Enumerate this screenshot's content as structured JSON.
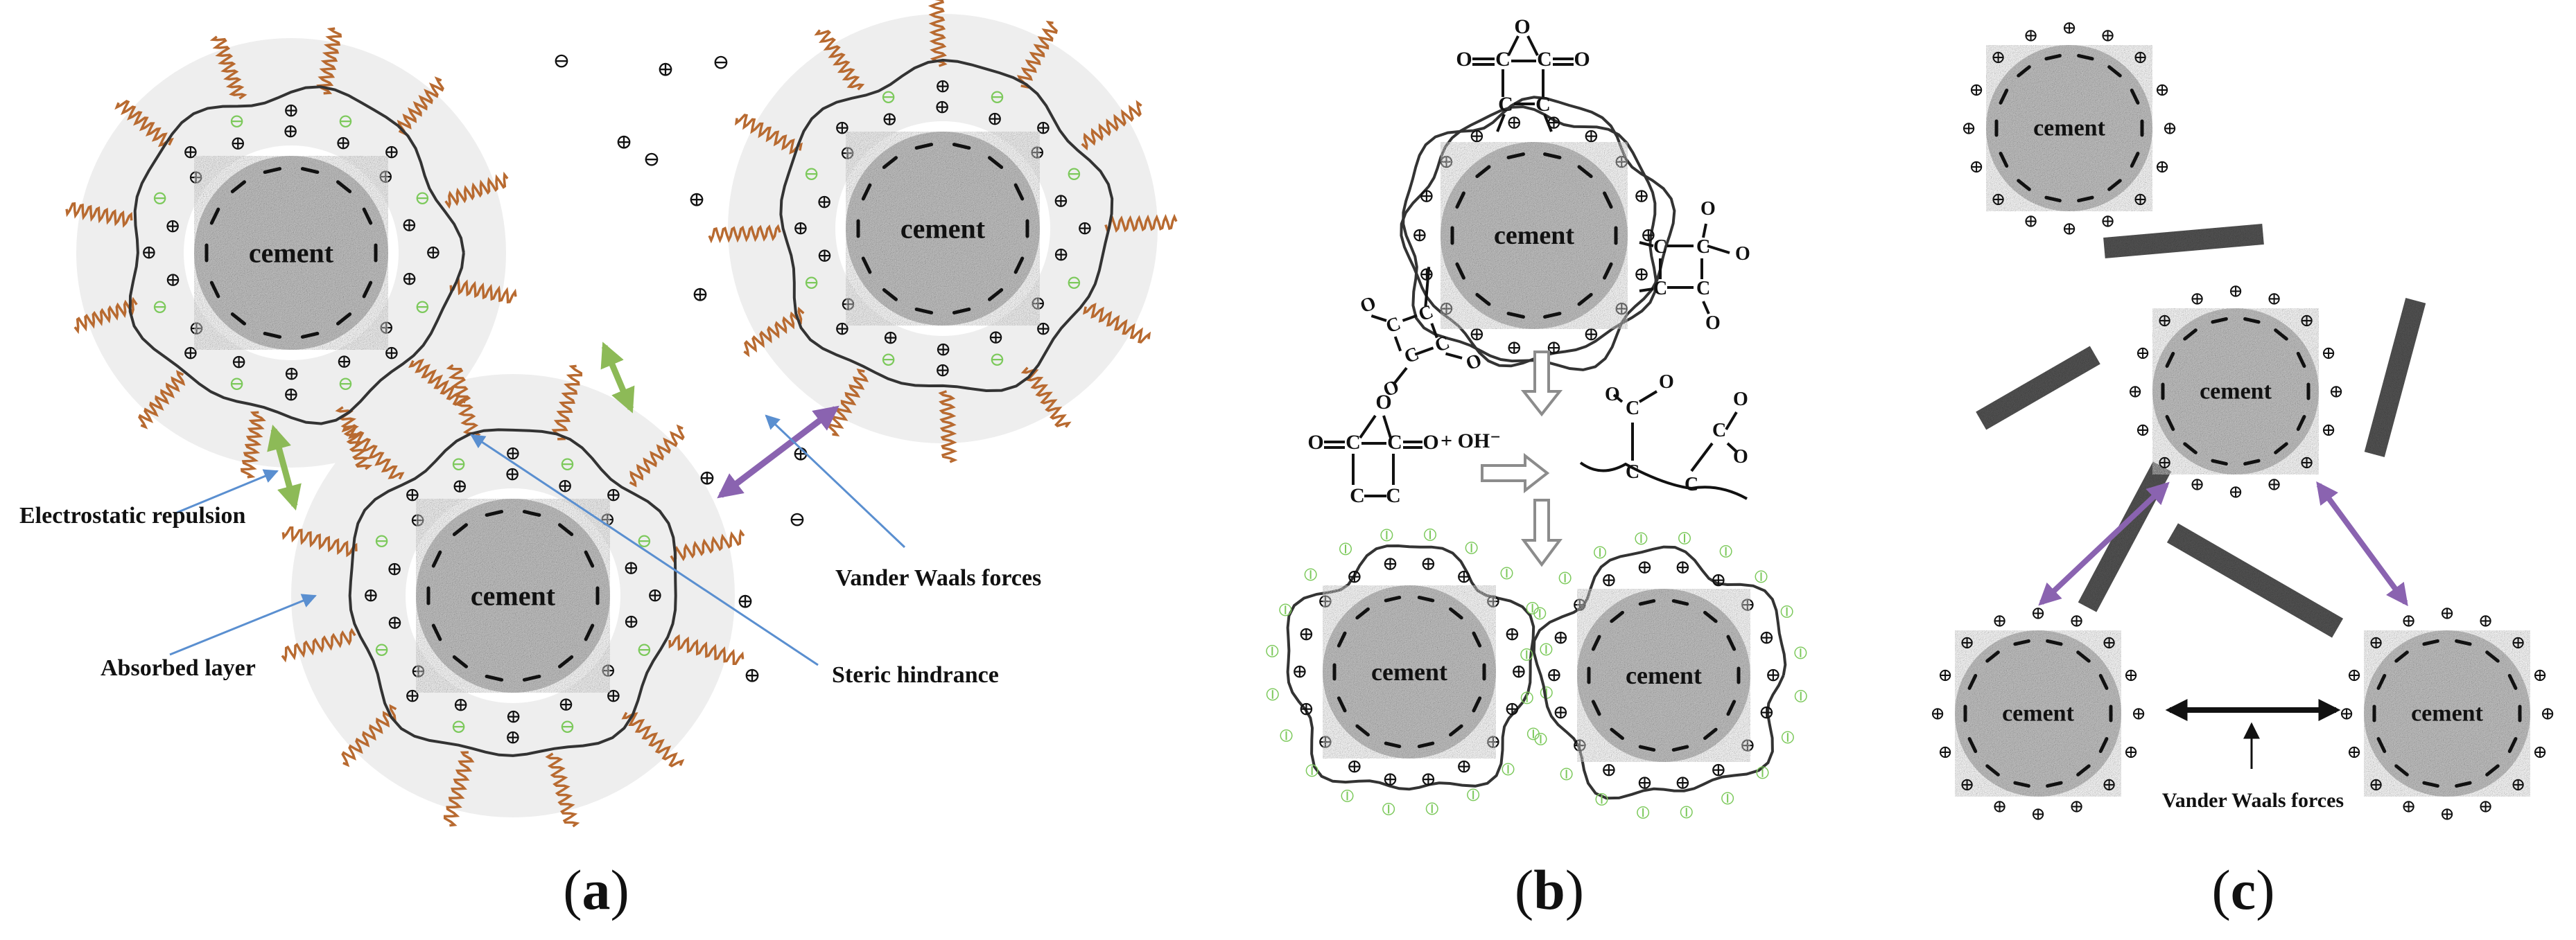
{
  "panels": {
    "a": {
      "caption": "a",
      "particle_label": "cement",
      "labels": {
        "electrostatic": "Electrostatic repulsion",
        "absorbed": "Absorbed layer",
        "vanderwaals": "Vander Waals forces",
        "steric": "Steric hindrance"
      }
    },
    "b": {
      "caption": "b",
      "particle_label": "cement",
      "reaction_plus": "+ OH⁻"
    },
    "c": {
      "caption": "c",
      "particle_label": "cement",
      "label_vdw": "Vander Waals forces"
    }
  },
  "colors": {
    "halo": "#eeeeee",
    "core": "#c4c4c4",
    "wavy_chain": "#b86a30",
    "green_charge": "#7cc95b",
    "electrostatic_arrow": "#8dba57",
    "vdw_arrow": "#8a63b0",
    "leader_line": "#5a8fd0"
  },
  "symbols": {
    "positive": "⊕",
    "negative_bar": "−",
    "negative_circle": "⊖",
    "polymer_charge": "⦶"
  }
}
